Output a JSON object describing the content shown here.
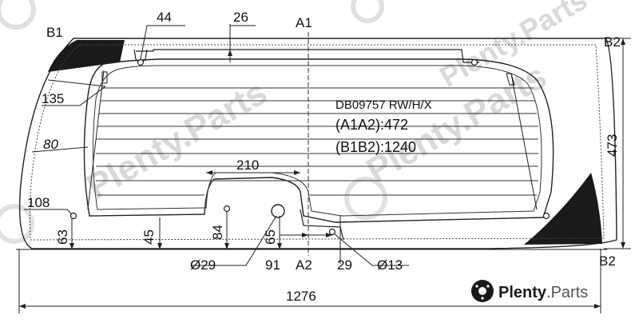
{
  "part": {
    "code": "DB09757 RW/H/X",
    "a1a2_line": "(A1A2):472",
    "b1b2_line": "(B1B2):1240"
  },
  "axis_labels": {
    "a1": "A1",
    "a2": "A2",
    "b1": "B1",
    "b2": "B2"
  },
  "dimensions": {
    "d44": "44",
    "d26": "26",
    "d135": "135",
    "d80": "80",
    "d108": "108",
    "d63": "63",
    "d45": "45",
    "d84": "84",
    "d65": "65",
    "d210": "210",
    "d473": "473",
    "d1276": "1276",
    "phi29": "Ø29",
    "d91": "91",
    "d29": "29",
    "phi13": "Ø13"
  },
  "brand": {
    "name": "Plenty",
    "suffix": ".Parts",
    "watermark": "Plenty.Parts"
  },
  "colors": {
    "line": "#222222",
    "fill_dark": "#1a1a1a",
    "watermark": "#d9d9d9"
  }
}
